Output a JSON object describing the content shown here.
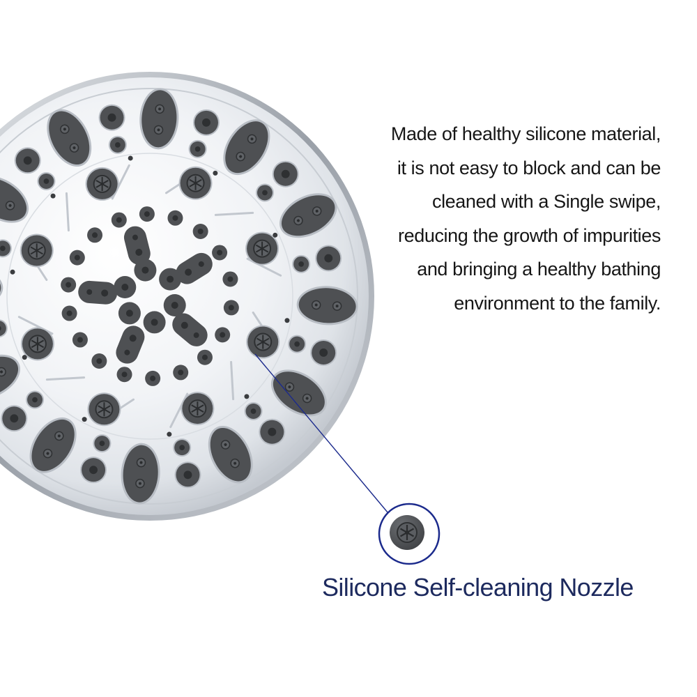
{
  "description": {
    "lines": [
      "Made of healthy silicone material,",
      "it is not easy to block and can be",
      "cleaned with a Single swipe,",
      "reducing the growth of impurities",
      "and bringing a healthy bathing",
      "environment to the family."
    ]
  },
  "callout": {
    "caption": "Silicone Self-cleaning Nozzle"
  },
  "colors": {
    "nozzle": "#4e5053",
    "chrome_light": "#f6f7f9",
    "chrome_dark": "#aeb3ba",
    "callout_line": "#1b2a8c",
    "caption": "#1d2a5e"
  },
  "icons": {
    "shower_head": "shower-head-face",
    "nozzle_closeup": "magnified-nozzle-icon"
  }
}
